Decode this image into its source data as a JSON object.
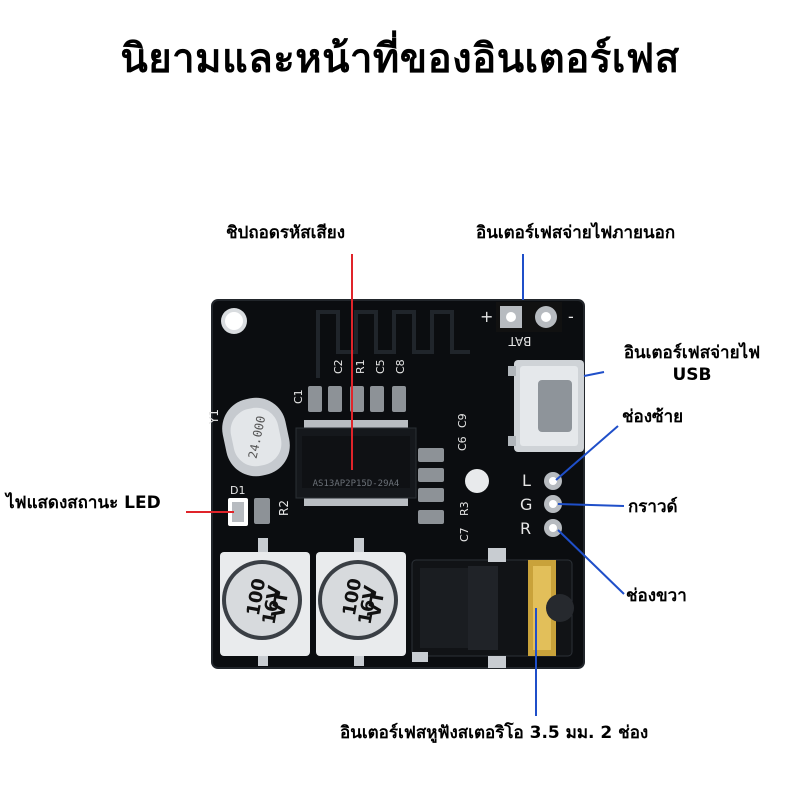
{
  "title": "นิยามและหน้าที่ของอินเตอร์เฟส",
  "labels": {
    "chip": "ชิปถอดรหัสเสียง",
    "ext_power": "อินเตอร์เฟสจ่ายไฟภายนอก",
    "usb_power_line1": "อินเตอร์เฟสจ่ายไฟ",
    "usb_power_line2": "USB",
    "left_channel": "ช่องซ้าย",
    "ground": "กราวด์",
    "right_channel": "ช่องขวา",
    "led": "ไฟแสดงสถานะ LED",
    "jack": "อินเตอร์เฟสหูฟังสเตอริโอ 3.5 มม. 2 ช่อง"
  },
  "board": {
    "silk": {
      "bat": "BAT",
      "plus": "+",
      "minus": "-",
      "y1": "Y1",
      "crystal": "24.000",
      "c1": "C1",
      "c2": "C2",
      "r1": "R1",
      "c5": "C5",
      "c8": "C8",
      "c6": "C6",
      "c9": "C9",
      "c7": "C7",
      "r3": "R3",
      "d1": "D1",
      "r2": "R2",
      "r": "R",
      "g": "G",
      "l": "L",
      "chip_text": "AS13AP2P15D-29A4",
      "cap_value": "100",
      "cap_voltage": "16V",
      "cap_series": "VT"
    }
  },
  "colors": {
    "board": "#0b0d10",
    "pointer_red": "#e0242a",
    "pointer_blue": "#1f4fc9",
    "gold": "#c9a23a",
    "silver": "#c8ccd1"
  }
}
